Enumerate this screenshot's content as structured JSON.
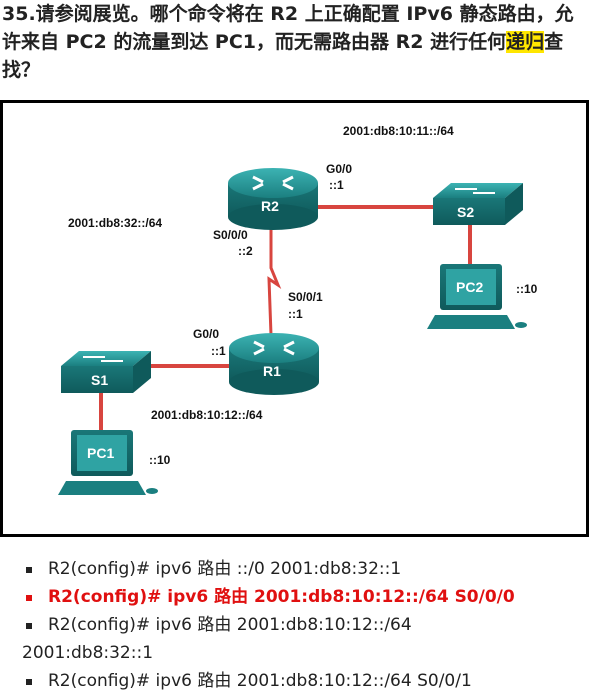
{
  "question": {
    "prefix": "35.请参阅展览。哪个命令将在 R2 上正确配置 IPv6 静态路由，允许来自 PC2 的流量到达 PC1，而无需路由器 R2 进行任何",
    "highlight": "递归",
    "suffix": "查找？"
  },
  "diagram": {
    "net_top": "2001:db8:10:11::/64",
    "net_left": "2001:db8:32::/64",
    "net_bottom": "2001:db8:10:12::/64",
    "r2_g00": "G0/0",
    "r2_g00_addr": "::1",
    "r2_s000": "S0/0/0",
    "r2_s000_addr": "::2",
    "r1_s001": "S0/0/1",
    "r1_s001_addr": "::1",
    "r1_g00": "G0/0",
    "r1_g00_addr": "::1",
    "r2": "R2",
    "r1": "R1",
    "s2": "S2",
    "s1": "S1",
    "pc2": "PC2",
    "pc1": "PC1",
    "pc2_addr": "::10",
    "pc1_addr": "::10",
    "colors": {
      "device": "#1f8c8c",
      "link": "#d8453f"
    }
  },
  "options": [
    {
      "text": "R2(config)# ipv6 路由 ::/0 2001:db8:32::1",
      "correct": false
    },
    {
      "text": "R2(config)# ipv6 路由 2001:db8:10:12::/64 S0/0/0",
      "correct": true
    },
    {
      "text": "R2(config)# ipv6 路由 2001:db8:10:12::/64",
      "cont": "2001:db8:32::1",
      "correct": false
    },
    {
      "text": "R2(config)# ipv6 路由 2001:db8:10:12::/64 S0/0/1",
      "correct": false
    }
  ]
}
